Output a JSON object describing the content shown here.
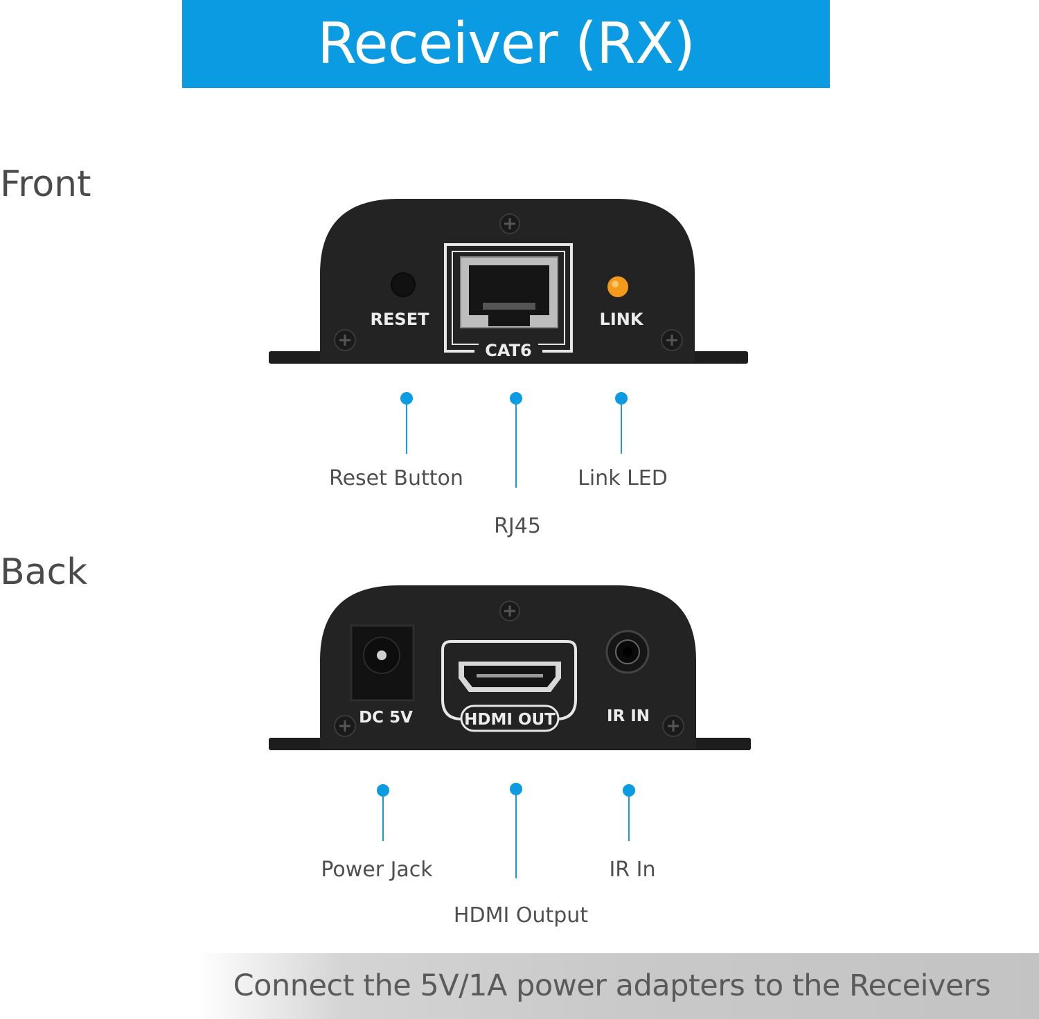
{
  "title": "Receiver (RX)",
  "front": {
    "section_label": "Front",
    "panel_labels": {
      "reset": "RESET",
      "cat6": "CAT6",
      "link": "LINK"
    },
    "callouts": {
      "reset": "Reset Button",
      "rj45": "RJ45",
      "link": "Link LED"
    }
  },
  "back": {
    "section_label": "Back",
    "panel_labels": {
      "dc": "DC 5V",
      "hdmi": "HDMI OUT",
      "ir": "IR IN"
    },
    "callouts": {
      "power": "Power Jack",
      "hdmi": "HDMI Output",
      "ir": "IR In"
    }
  },
  "footer": {
    "note": "Connect the 5V/1A power adapters to the Receivers"
  },
  "colors": {
    "accent": "#0b9be3",
    "device_body": "#232323",
    "led": "#f39a1a",
    "footer_gray": "#c9c9c9"
  }
}
